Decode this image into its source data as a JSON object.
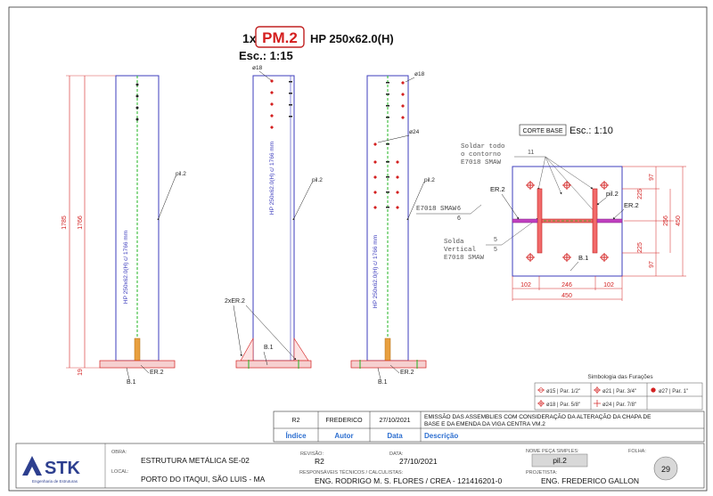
{
  "header": {
    "qty": "1x",
    "mark": "PM.2",
    "profile": "HP 250x62.0(H)",
    "scale": "Esc.: 1:15"
  },
  "views": {
    "dim_total": "1785",
    "dim_member": "1766",
    "dim_base": "19",
    "member_label": "HP 250x62.0(H) c/ 1766 mm",
    "pil": "pil.2",
    "er": "ER.2",
    "er_qty": "2xER.2",
    "b1": "B.1",
    "hole18": "ø18",
    "hole24": "ø24",
    "weld_callout": "E7018 SMAW",
    "weld_size_top": "6",
    "weld_size_bottom": "6"
  },
  "section": {
    "title_box": "CORTE BASE",
    "scale": "Esc.: 1:10",
    "weld_all_around": [
      "Soldar todo",
      "o contorno",
      "E7018 SMAW"
    ],
    "weld_all_size": "11",
    "weld_vertical": [
      "Solda",
      "Vertical",
      "E7018 SMAW"
    ],
    "weld_vertical_size_top": "5",
    "weld_vertical_size_bottom": "5",
    "dims_right": [
      "97",
      "225",
      "225",
      "97"
    ],
    "dim_256": "256",
    "dim_450_v": "450",
    "dims_bottom": [
      "102",
      "246",
      "102"
    ],
    "dim_450_h": "450",
    "pil": "pil.2",
    "er_left": "ER.2",
    "er_right": "ER.2",
    "b1": "B.1"
  },
  "legend": {
    "title": "Simbologia das Furações",
    "row1": [
      "ø15 | Par. 1/2\"",
      "ø21 | Par. 3/4\"",
      "ø27 | Par. 1\""
    ],
    "row2": [
      "ø18 | Par. 5/8\"",
      "ø24 | Par. 7/8\""
    ]
  },
  "revision": {
    "rev": "R2",
    "author": "FREDERICO",
    "date": "27/10/2021",
    "description": [
      "EMISSÃO DAS ASSEMBLIES COM CONSIDERAÇÃO DA ALTERAÇÃO DA CHAPA DE",
      "BASE E DA EMENDA DA VIGA CENTRA VM.2"
    ],
    "headers": [
      "Índice",
      "Autor",
      "Data",
      "Descrição"
    ]
  },
  "title_block": {
    "brand": "STK",
    "brand_sub": "Engenharia de Estruturas",
    "obra_label": "OBRA:",
    "obra": "ESTRUTURA METÁLICA SE-02",
    "local_label": "LOCAL:",
    "local": "PORTO DO ITAQUI, SÃO LUIS - MA",
    "revisao_label": "REVISÃO:",
    "revisao": "R2",
    "data_label": "DATA:",
    "data": "27/10/2021",
    "resp_label": "RESPONSÁVEIS TÉCNICOS / CALCULISTAS:",
    "resp": "ENG. RODRIGO M. S. FLORES / CREA - 121416201-0",
    "projetista_label": "PROJETISTA:",
    "projetista": "ENG. FREDERICO GALLON",
    "peca_label": "NOME PEÇA SIMPLES:",
    "peca": "pil.2",
    "folha_label": "FOLHA:",
    "folha": "29"
  },
  "colors": {
    "frame": "#3d3dbd",
    "dim": "#d32020",
    "green": "#22b522",
    "weld": "#e03a3a",
    "table_blue": "#2d6fd0"
  }
}
